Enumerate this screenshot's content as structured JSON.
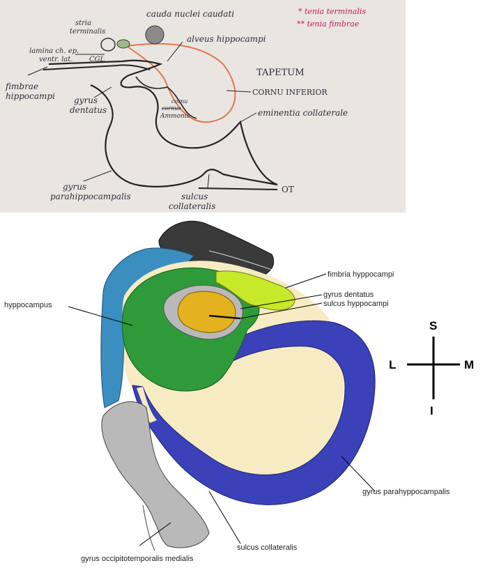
{
  "sketch": {
    "labels": {
      "cauda": "cauda nuclei caudati",
      "stria1": "stria",
      "stria2": "terminalis",
      "lamina1": "lamina ch. ep.",
      "lamina2": "ventr. lat.",
      "cgl": "CGL",
      "fimbriae1": "fimbrae",
      "fimbriae2": "hippocampi",
      "gyrus_dentatus1": "gyrus",
      "gyrus_dentatus2": "dentatus",
      "alveus": "alveus hippocampi",
      "tapetum": "TAPETUM",
      "cornu_inferior": "CORNU INFERIOR",
      "cornu_ammonis1": "cornu",
      "cornu_ammonis2": "cornus",
      "cornu_ammonis3": "Ammonis",
      "eminentia": "eminentia collaterale",
      "gyrus_para1": "gyrus",
      "gyrus_para2": "parahippocampalis",
      "sulcus_coll1": "sulcus",
      "sulcus_coll2": "collateralis",
      "ot": "OT"
    },
    "legend": {
      "item1": "* tenia terminalis",
      "item2": "** tenia fimbrae"
    }
  },
  "diagram": {
    "labels": {
      "fimbria": "fimbria hyppocampi",
      "gyrus_dentatus": "gyrus dentatus",
      "sulcus_hippocampi": "sulcus hyppocampi",
      "hippocampus": "hyppocampus",
      "gyrus_parahippocampalis": "gyrus parahyppocampalis",
      "sulcus_collateralis": "sulcus collateralis",
      "gyrus_occipitotemporalis": "gyrus occipitotemporalis medialis"
    },
    "orientation": {
      "superior": "S",
      "inferior": "I",
      "lateral": "L",
      "medial": "M"
    },
    "colors": {
      "hippocampus": "#2e9a3a",
      "gyrus_dentatus": "#e3b21e",
      "fimbria": "#c8e82a",
      "gyrus_parahippocampalis": "#3b41b8",
      "alveus": "#3a8fc0",
      "gyrus_occipitotemporalis": "#b9b9b9",
      "white_matter": "#f6ebc2",
      "orange_sketch": "#e8744a",
      "pink_legend": "#c2185b"
    }
  }
}
